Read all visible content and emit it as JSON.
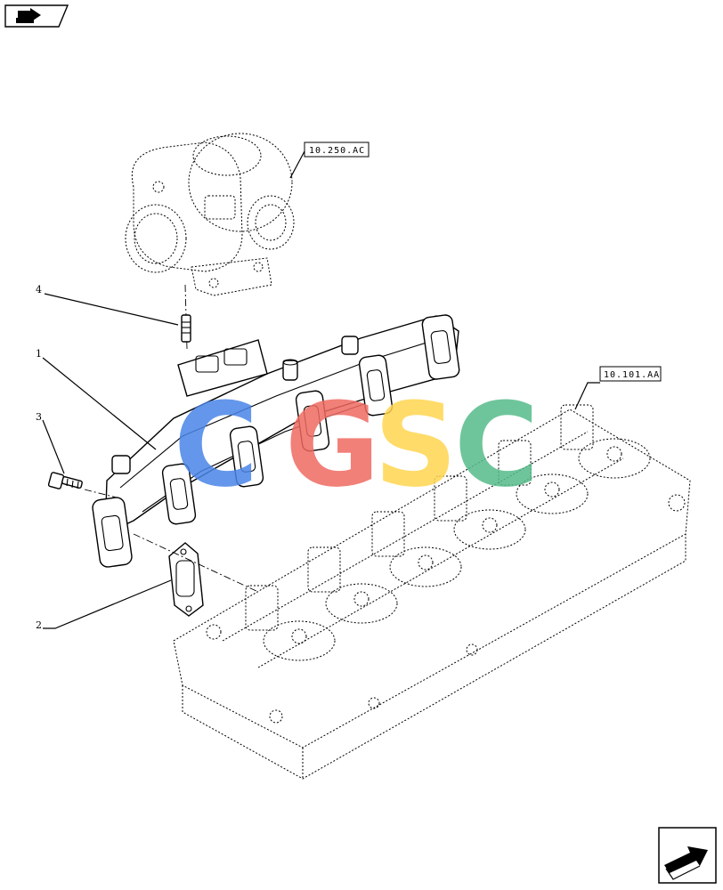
{
  "watermark": {
    "letters": [
      "C",
      "G",
      "S",
      "C"
    ],
    "colors": [
      "#4a86e8",
      "#ef6b61",
      "#ffd54f",
      "#57bb8a"
    ]
  },
  "references": {
    "turbocharger": "10.250.AC",
    "cylinder_head": "10.101.AA"
  },
  "callouts": {
    "item_1": "1",
    "item_2": "2",
    "item_3": "3",
    "item_4": "4"
  },
  "icons": {
    "top_left": "folder-arrow-icon",
    "bottom_right": "next-page-arrow-icon"
  }
}
